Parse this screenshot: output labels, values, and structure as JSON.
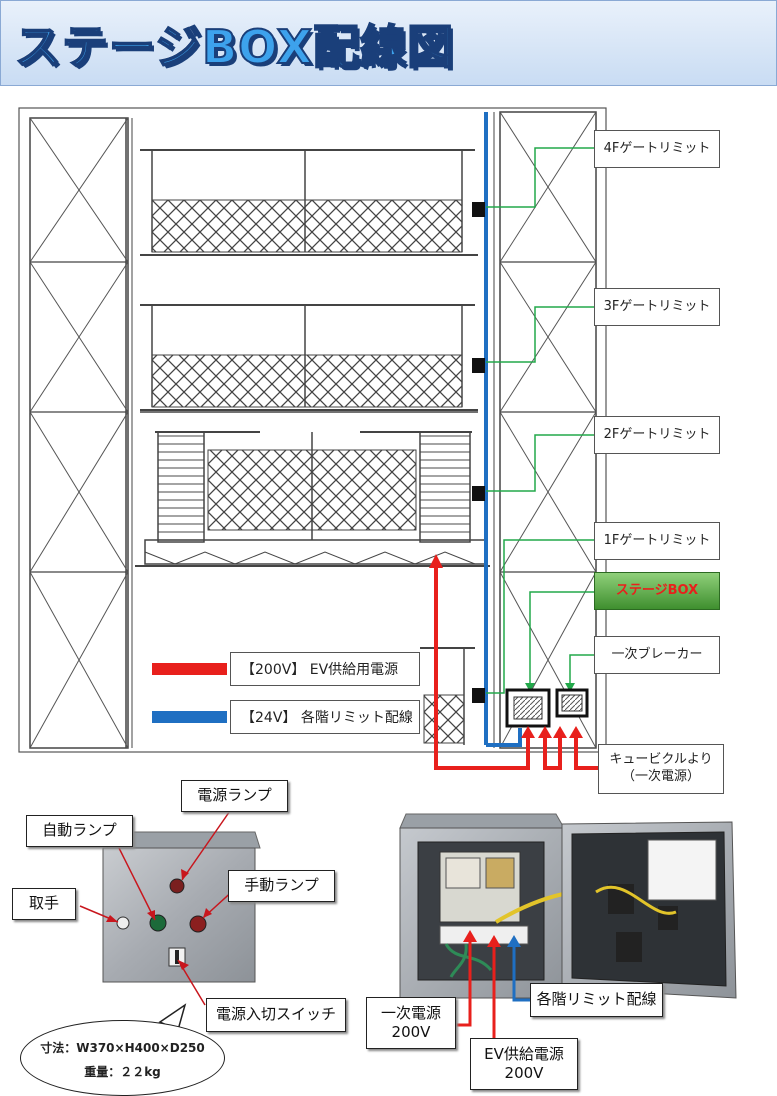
{
  "title": "ステージBOX配線図",
  "labels": {
    "gate4": "4Fゲートリミット",
    "gate3": "3Fゲートリミット",
    "gate2": "2Fゲートリミット",
    "gate1": "1Fゲートリミット",
    "stage_box": "ステージBOX",
    "breaker": "一次ブレーカー",
    "cubicle_line1": "キュービクルより",
    "cubicle_line2": "（一次電源）"
  },
  "legend": {
    "power200": "【200V】 EV供給用電源",
    "limit24": "【24V】 各階リミット配線"
  },
  "callouts": {
    "power_lamp": "電源ランプ",
    "auto_lamp": "自動ランプ",
    "manual_lamp": "手動ランプ",
    "handle": "取手",
    "power_switch": "電源入切スイッチ",
    "floor_limit_wiring": "各階リミット配線",
    "primary_line1": "一次電源",
    "primary_line2": "200V",
    "ev_line1": "EV供給電源",
    "ev_line2": "200V"
  },
  "spec": {
    "dimensions": "寸法：W370×H400×D250",
    "weight": "重量：２２kg"
  },
  "colors": {
    "power": "#e8201c",
    "limit": "#1f6fc2",
    "gate_wire": "#22a84a",
    "stage_box_text": "#e8201c",
    "stage_box_bg": "#3f8f2f"
  }
}
